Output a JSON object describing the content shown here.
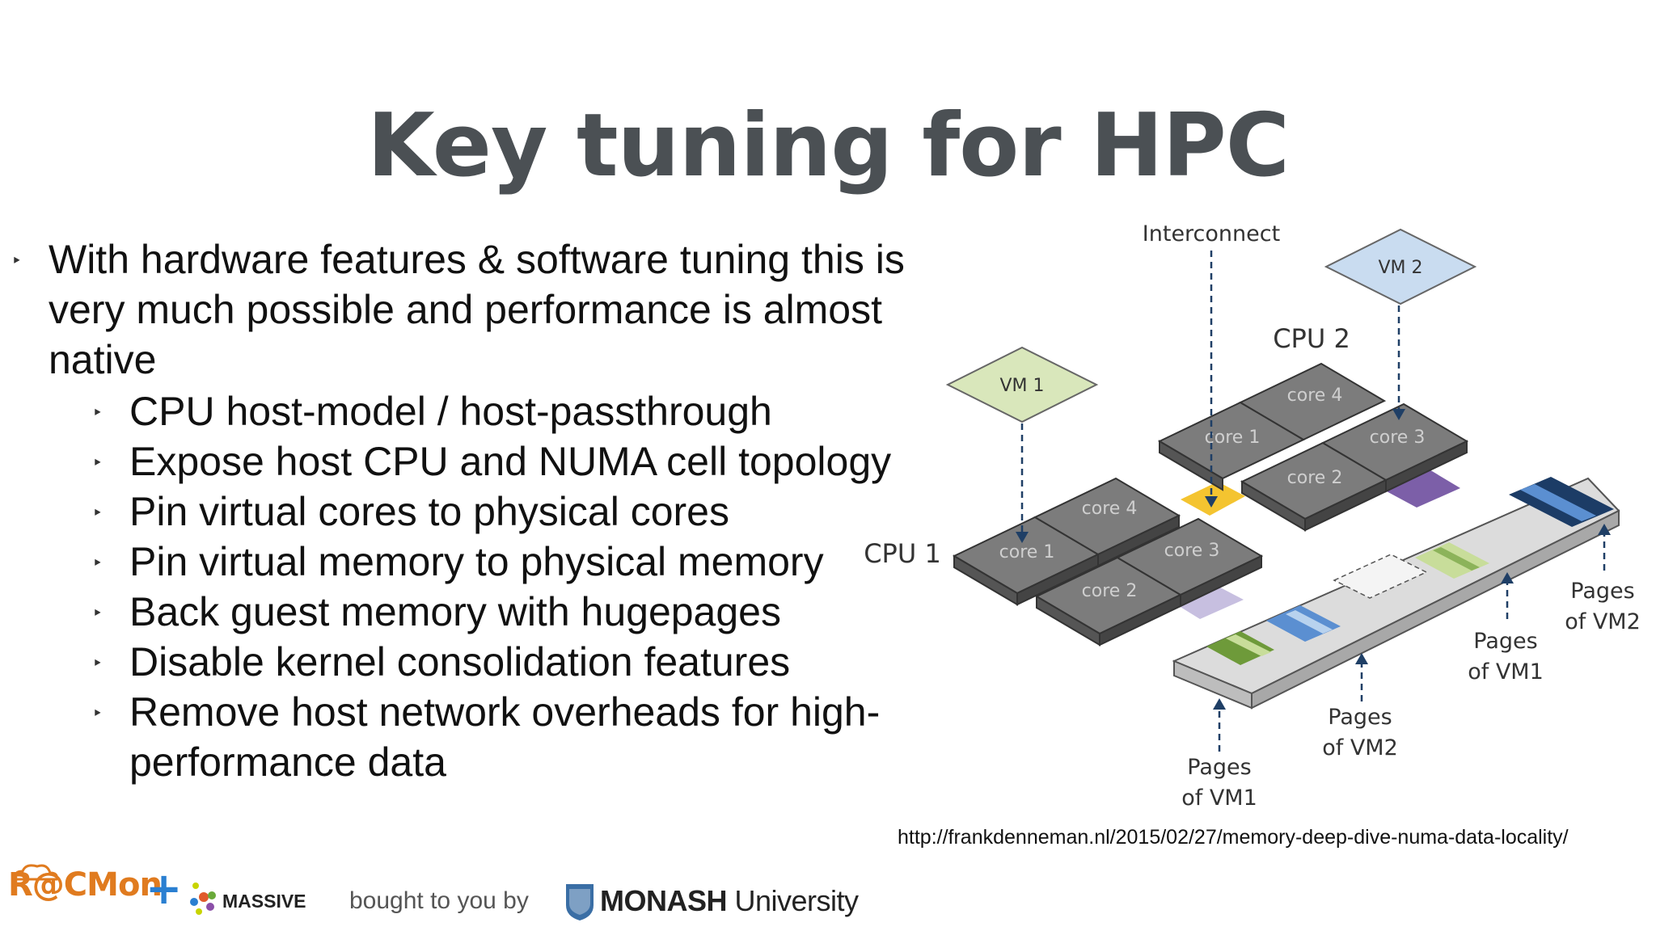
{
  "slide": {
    "title": "Key tuning for HPC",
    "bullets": [
      {
        "text": "With hardware features & software tuning this is very much possible and performance is almost native",
        "level": 1
      },
      {
        "text": "CPU host-model / host-passthrough",
        "level": 2
      },
      {
        "text": "Expose host CPU and NUMA cell topology",
        "level": 2
      },
      {
        "text": "Pin virtual cores to physical cores",
        "level": 2
      },
      {
        "text": "Pin virtual memory to physical memory",
        "level": 2
      },
      {
        "text": "Back guest memory with hugepages",
        "level": 2
      },
      {
        "text": "Disable kernel consolidation features",
        "level": 2
      },
      {
        "text": "Remove host network overheads for high-performance data",
        "level": 2
      }
    ],
    "bullet_marker": "‣"
  },
  "diagram": {
    "labels": {
      "interconnect": "Interconnect",
      "vm1": "VM 1",
      "vm2": "VM 2",
      "cpu1": "CPU 1",
      "cpu2": "CPU 2",
      "cpu1_cores": [
        "core 1",
        "core 2",
        "core 3",
        "core 4"
      ],
      "cpu2_cores": [
        "core 1",
        "core 2",
        "core 3",
        "core 4"
      ],
      "pages_vm1_a": [
        "Pages",
        "of VM1"
      ],
      "pages_vm2_a": [
        "Pages",
        "of VM2"
      ],
      "pages_vm1_b": [
        "Pages",
        "of VM1"
      ],
      "pages_vm2_b": [
        "Pages",
        "of VM2"
      ]
    },
    "colors": {
      "vm1_fill": "#d9e7bb",
      "vm2_fill": "#c9dcf0",
      "core_top": "#7c7c7c",
      "interconnect": "#f4c430",
      "cpu2_link": "#7c5fa8",
      "cpu1_link": "#c7bfe0",
      "arrow": "#1f3f66"
    }
  },
  "source_url": "http://frankdenneman.nl/2015/02/27/memory-deep-dive-numa-data-locality/",
  "footer": {
    "racmon_logo": "R@CMon",
    "plus_icon": "+",
    "massive_logo": "MASSIVE",
    "bought_by": "bought to you by",
    "monash_bold": "MONASH",
    "monash_rest": " University"
  }
}
